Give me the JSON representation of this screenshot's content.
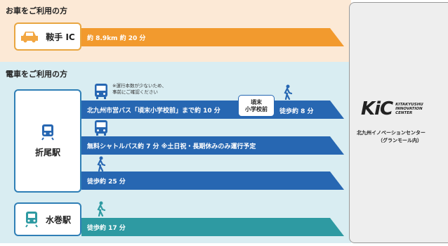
{
  "car": {
    "title": "お車をご利用の方",
    "origin_label": "鞍手 IC",
    "route_text": "約 8.9km 約 20 分"
  },
  "train": {
    "title": "電車をご利用の方",
    "station1_label": "折尾駅",
    "station2_label": "水巻駅",
    "bus_note_line1": "※運行本数が少ないため、",
    "bus_note_line2": "事前にご確認ください",
    "bus_route": "北九州市営バス「頃末小学校前」まで約 10 分",
    "bus_stop_line1": "頃末",
    "bus_stop_line2": "小学校前",
    "bus_stop_walk": "徒歩約 8 分",
    "shuttle_route": "無料シャトルバス約 7 分 ※土日祝・長期休みのみ運行予定",
    "walk_route": "徒歩約 25 分",
    "station2_walk": "徒歩約 17 分"
  },
  "destination": {
    "logo_text": "KiC",
    "logo_sub1": "KITAKYUSHU",
    "logo_sub2": "INNOVATION",
    "logo_sub3": "CENTER",
    "name_line1": "北九州イノベーションセンター",
    "name_line2": "（グランモール内）"
  },
  "colors": {
    "car_bg": "#fce9d6",
    "train_bg": "#d9edf2",
    "orange": "#f29a2e",
    "blue": "#2767b2",
    "teal": "#2e9aa2"
  },
  "icons": [
    "car-icon",
    "train-icon",
    "bus-icon",
    "walking-person-icon"
  ]
}
